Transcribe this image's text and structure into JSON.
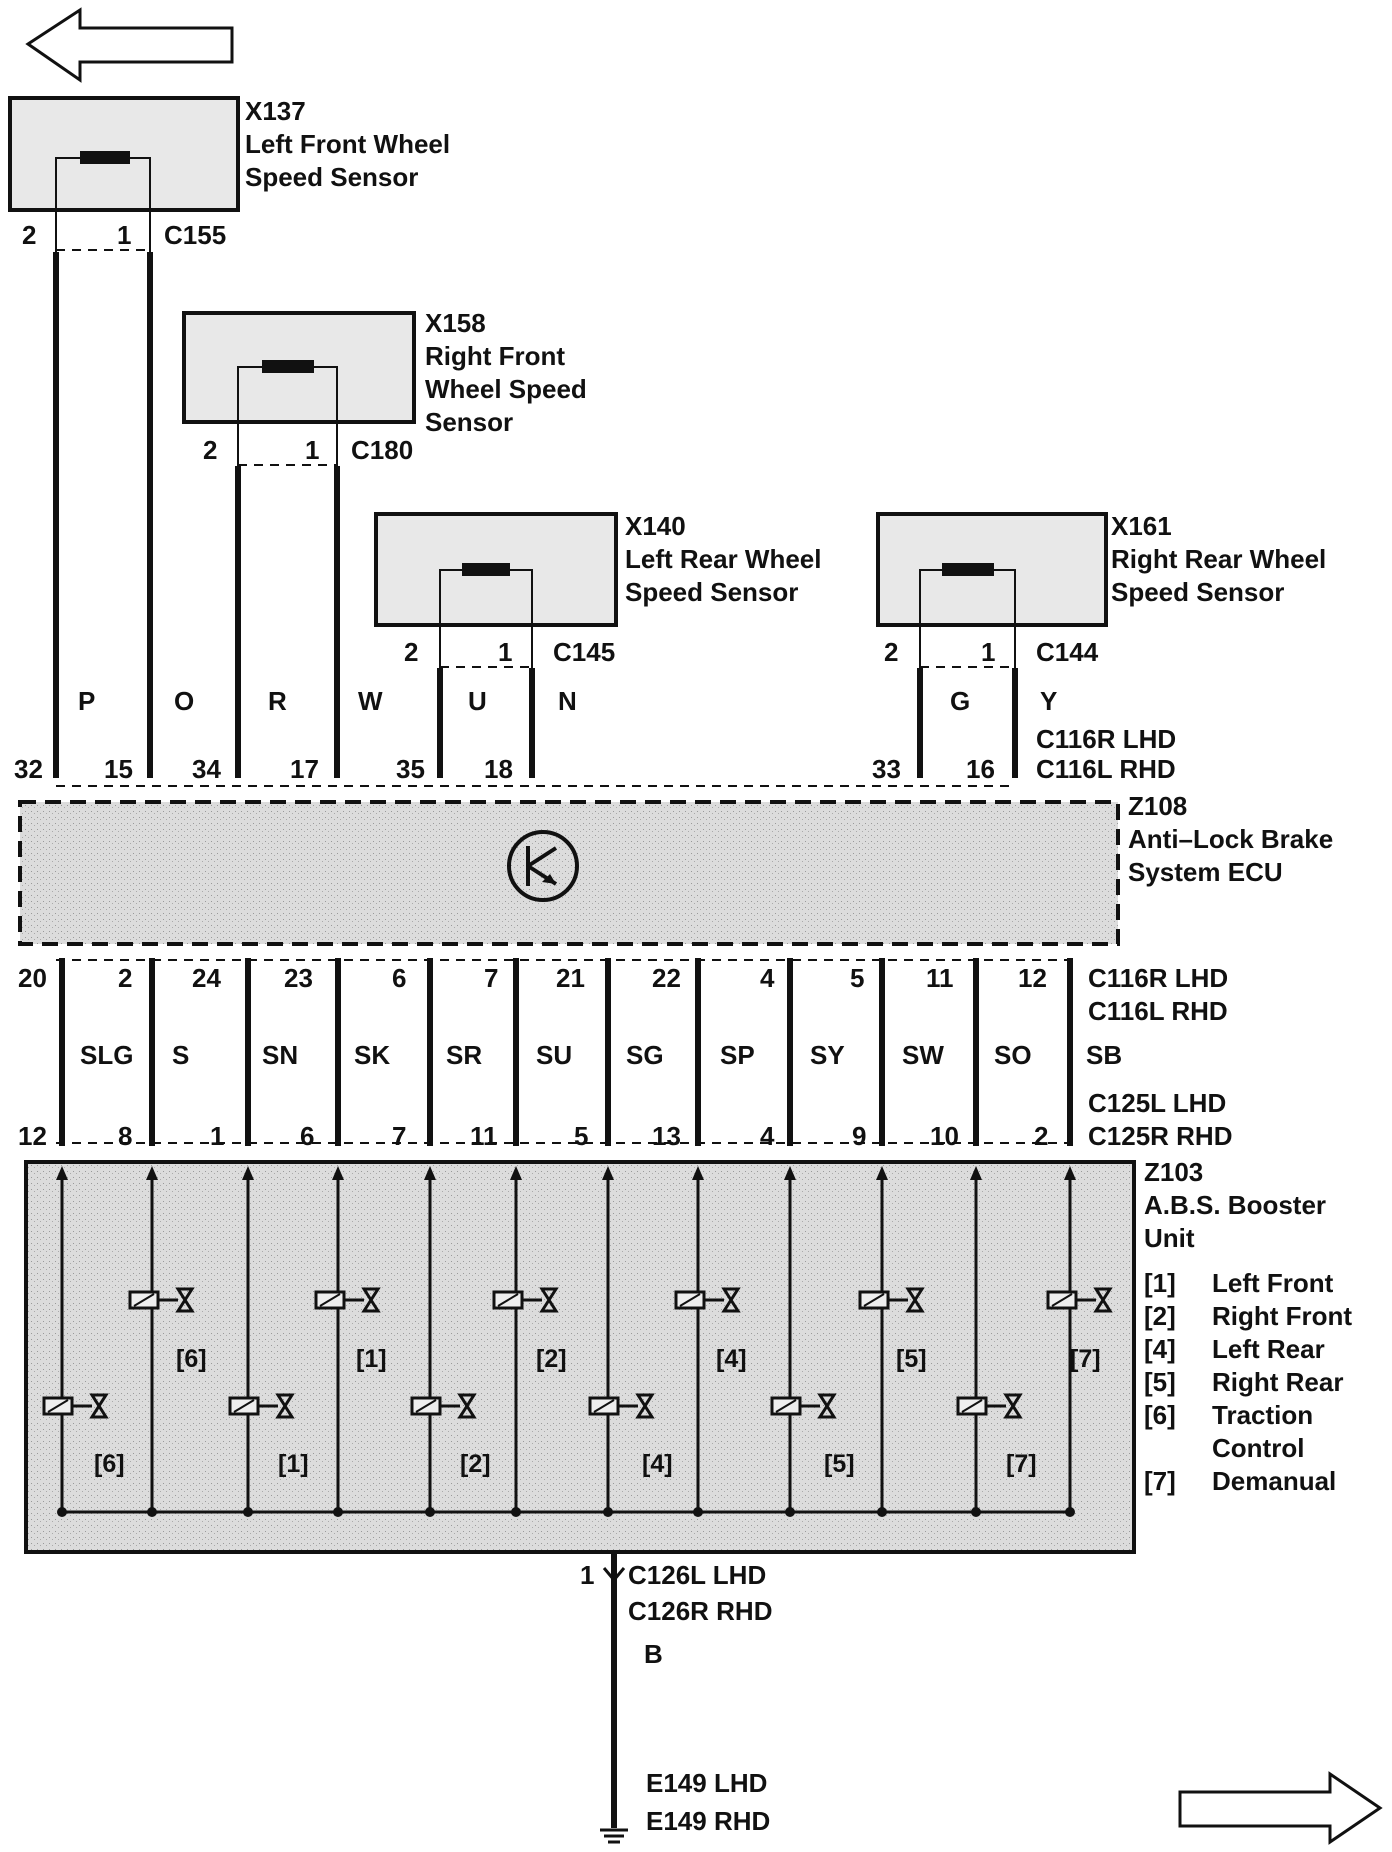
{
  "nav": {
    "prev_arrow": "arrow-left",
    "next_arrow": "arrow-right"
  },
  "sensors": [
    {
      "id": "X137",
      "name_lines": [
        "Left Front Wheel",
        "Speed Sensor"
      ],
      "connector": "C155",
      "pins": [
        "2",
        "1"
      ]
    },
    {
      "id": "X158",
      "name_lines": [
        "Right Front",
        "Wheel Speed",
        "Sensor"
      ],
      "connector": "C180",
      "pins": [
        "2",
        "1"
      ]
    },
    {
      "id": "X140",
      "name_lines": [
        "Left Rear Wheel",
        "Speed Sensor"
      ],
      "connector": "C145",
      "pins": [
        "2",
        "1"
      ]
    },
    {
      "id": "X161",
      "name_lines": [
        "Right Rear Wheel",
        "Speed Sensor"
      ],
      "connector": "C144",
      "pins": [
        "2",
        "1"
      ]
    }
  ],
  "ecu_top": {
    "wire_colors": [
      "P",
      "O",
      "R",
      "W",
      "U",
      "N",
      "G",
      "Y"
    ],
    "pins": [
      "32",
      "15",
      "34",
      "17",
      "35",
      "18",
      "33",
      "16"
    ],
    "connector_lines": [
      "C116R  LHD",
      "C116L  RHD"
    ]
  },
  "ecu": {
    "id": "Z108",
    "name_lines": [
      "Anti–Lock Brake",
      "System ECU"
    ]
  },
  "ecu_bottom": {
    "pins_upper": [
      "20",
      "2",
      "24",
      "23",
      "6",
      "7",
      "21",
      "22",
      "4",
      "5",
      "11",
      "12"
    ],
    "upper_connector_lines": [
      "C116R  LHD",
      "C116L  RHD"
    ],
    "wire_colors": [
      "SLG",
      "S",
      "SN",
      "SK",
      "SR",
      "SU",
      "SG",
      "SP",
      "SY",
      "SW",
      "SO",
      "SB"
    ],
    "lower_connector_lines": [
      "C125L  LHD",
      "C125R  RHD"
    ],
    "pins_lower": [
      "12",
      "8",
      "1",
      "6",
      "7",
      "11",
      "5",
      "13",
      "4",
      "9",
      "10",
      "2"
    ]
  },
  "booster": {
    "id": "Z103",
    "name_lines": [
      "A.B.S. Booster",
      "Unit"
    ],
    "upper_valve_tags": [
      "[6]",
      "[1]",
      "[2]",
      "[4]",
      "[5]",
      "[7]"
    ],
    "lower_valve_tags": [
      "[6]",
      "[1]",
      "[2]",
      "[4]",
      "[5]",
      "[7]"
    ],
    "legend": [
      {
        "key": "[1]",
        "label": "Left Front"
      },
      {
        "key": "[2]",
        "label": "Right Front"
      },
      {
        "key": "[4]",
        "label": "Left Rear"
      },
      {
        "key": "[5]",
        "label": "Right Rear"
      },
      {
        "key": "[6]",
        "label": "Traction"
      },
      {
        "key": "",
        "label": "Control"
      },
      {
        "key": "[7]",
        "label": "Demanual"
      }
    ]
  },
  "ground": {
    "pin": "1",
    "connector_lines": [
      "C126L  LHD",
      "C126R  RHD"
    ],
    "wire_color": "B",
    "ground_lines": [
      "E149  LHD",
      "E149  RHD"
    ]
  }
}
